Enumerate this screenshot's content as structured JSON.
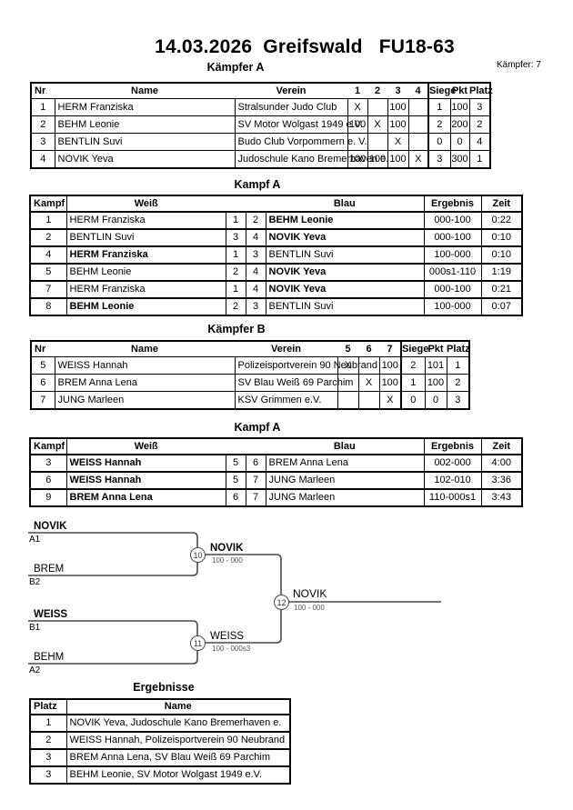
{
  "header": {
    "title": "14.03.2026  Greifswald   FU18-63",
    "fighter_count": "Kämpfer: 7"
  },
  "pool_a": {
    "heading": "Kämpfer A",
    "columns": [
      "Nr",
      "Name",
      "Verein",
      "1",
      "2",
      "3",
      "4",
      "Siege",
      "Pkt",
      "Platz"
    ],
    "rows": [
      {
        "nr": "1",
        "name": "HERM Franziska",
        "verein": "Stralsunder Judo Club",
        "r1": "X",
        "r2": "",
        "r3": "100",
        "r4": "",
        "siege": "1",
        "pkt": "100",
        "platz": "3"
      },
      {
        "nr": "2",
        "name": "BEHM Leonie",
        "verein": "SV Motor Wolgast 1949 e.V.",
        "r1": "100",
        "r2": "X",
        "r3": "100",
        "r4": "",
        "siege": "2",
        "pkt": "200",
        "platz": "2"
      },
      {
        "nr": "3",
        "name": "BENTLIN Suvi",
        "verein": "Budo Club Vorpommern e. V.",
        "r1": "",
        "r2": "",
        "r3": "X",
        "r4": "",
        "siege": "0",
        "pkt": "0",
        "platz": "4"
      },
      {
        "nr": "4",
        "name": "NOVIK Yeva",
        "verein": "Judoschule Kano Bremerhaven e.",
        "r1": "100",
        "r2": "100",
        "r3": "100",
        "r4": "X",
        "siege": "3",
        "pkt": "300",
        "platz": "1"
      }
    ]
  },
  "fights_a": {
    "heading": "Kampf A",
    "columns": [
      "Kampf",
      "Weiß",
      "Blau",
      "Ergebnis",
      "Zeit"
    ],
    "rows": [
      {
        "kampf": "1",
        "weiss": "HERM Franziska",
        "wnr": "1",
        "bnr": "2",
        "blau": "BEHM Leonie",
        "ergebnis": "000-100",
        "zeit": "0:22"
      },
      {
        "kampf": "2",
        "weiss": "BENTLIN Suvi",
        "wnr": "3",
        "bnr": "4",
        "blau": "NOVIK Yeva",
        "ergebnis": "000-100",
        "zeit": "0:10"
      },
      {
        "kampf": "4",
        "weiss": "HERM Franziska",
        "wnr": "1",
        "bnr": "3",
        "blau": "BENTLIN Suvi",
        "ergebnis": "100-000",
        "zeit": "0:10"
      },
      {
        "kampf": "5",
        "weiss": "BEHM Leonie",
        "wnr": "2",
        "bnr": "4",
        "blau": "NOVIK Yeva",
        "ergebnis": "000s1-110",
        "zeit": "1:19"
      },
      {
        "kampf": "7",
        "weiss": "HERM Franziska",
        "wnr": "1",
        "bnr": "4",
        "blau": "NOVIK Yeva",
        "ergebnis": "000-100",
        "zeit": "0:21"
      },
      {
        "kampf": "8",
        "weiss": "BEHM Leonie",
        "wnr": "2",
        "bnr": "3",
        "blau": "BENTLIN Suvi",
        "ergebnis": "100-000",
        "zeit": "0:07"
      }
    ]
  },
  "pool_b": {
    "heading": "Kämpfer B",
    "columns": [
      "Nr",
      "Name",
      "Verein",
      "5",
      "6",
      "7",
      "Siege",
      "Pkt",
      "Platz"
    ],
    "rows": [
      {
        "nr": "5",
        "name": "WEISS Hannah",
        "verein": "Polizeisportverein 90 Neubrand",
        "r1": "X",
        "r2": "",
        "r3": "100",
        "siege": "2",
        "pkt": "101",
        "platz": "1"
      },
      {
        "nr": "6",
        "name": "BREM Anna Lena",
        "verein": "SV Blau Weiß 69 Parchim",
        "r1": "",
        "r2": "X",
        "r3": "100",
        "siege": "1",
        "pkt": "100",
        "platz": "2"
      },
      {
        "nr": "7",
        "name": "JUNG Marleen",
        "verein": "KSV Grimmen e.V.",
        "r1": "",
        "r2": "",
        "r3": "X",
        "siege": "0",
        "pkt": "0",
        "platz": "3"
      }
    ]
  },
  "fights_b": {
    "heading": "Kampf A",
    "columns": [
      "Kampf",
      "Weiß",
      "Blau",
      "Ergebnis",
      "Zeit"
    ],
    "rows": [
      {
        "kampf": "3",
        "weiss": "WEISS Hannah",
        "wnr": "5",
        "bnr": "6",
        "blau": "BREM Anna Lena",
        "ergebnis": "002-000",
        "zeit": "4:00"
      },
      {
        "kampf": "6",
        "weiss": "WEISS Hannah",
        "wnr": "5",
        "bnr": "7",
        "blau": "JUNG Marleen",
        "ergebnis": "102-010",
        "zeit": "3:36"
      },
      {
        "kampf": "9",
        "weiss": "BREM Anna Lena",
        "wnr": "6",
        "bnr": "7",
        "blau": "JUNG Marleen",
        "ergebnis": "110-000s1",
        "zeit": "3:43"
      }
    ]
  },
  "bracket": {
    "semi1": {
      "top_name": "NOVIK",
      "top_seed": "A1",
      "bottom_name": "BREM",
      "bottom_seed": "B2",
      "match_nr": "10",
      "winner": "NOVIK",
      "score": "100 - 000"
    },
    "semi2": {
      "top_name": "WEISS",
      "top_seed": "B1",
      "bottom_name": "BEHM",
      "bottom_seed": "A2",
      "match_nr": "11",
      "winner": "WEISS",
      "score": "100 - 000s3"
    },
    "final": {
      "match_nr": "12",
      "winner": "NOVIK",
      "score": "100 - 000"
    }
  },
  "results": {
    "heading": "Ergebnisse",
    "columns": [
      "Platz",
      "Name"
    ],
    "rows": [
      {
        "platz": "1",
        "name": "NOVIK Yeva, Judoschule Kano Bremerhaven e."
      },
      {
        "platz": "2",
        "name": "WEISS Hannah, Polizeisportverein 90 Neubrand"
      },
      {
        "platz": "3",
        "name": "BREM Anna Lena, SV Blau Weiß 69 Parchim"
      },
      {
        "platz": "3",
        "name": "BEHM Leonie, SV Motor Wolgast 1949 e.V."
      }
    ]
  }
}
